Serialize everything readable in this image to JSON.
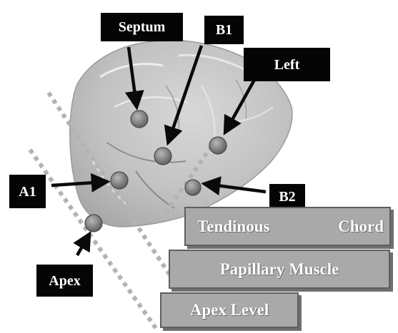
{
  "labels": {
    "septum": "Septum",
    "b1": "B1",
    "left": "Left",
    "a1": "A1",
    "b2": "B2",
    "apex": "Apex"
  },
  "levels": {
    "tendinous_left": "Tendinous",
    "tendinous_right": "Chord",
    "papillary": "Papillary Muscle",
    "apex_level": "Apex Level"
  },
  "colors": {
    "label_bg": "#050505",
    "box_fill": "#a9a9a9",
    "marker_fill": "#8a8a8a",
    "heart_fill": "#c4c4c4"
  }
}
